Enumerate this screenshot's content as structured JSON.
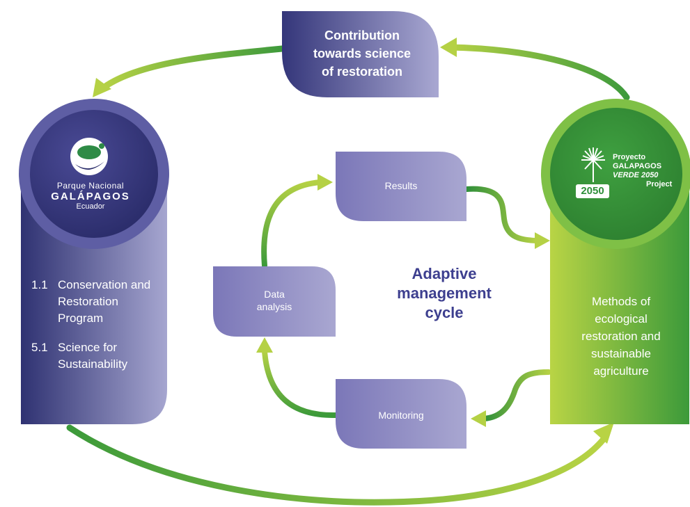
{
  "top_box": {
    "line1": "Contribution",
    "line2": "towards science",
    "line3": "of restoration"
  },
  "left_panel": {
    "logo": {
      "line1": "Parque Nacional",
      "line2": "GALÁPAGOS",
      "line3": "Ecuador",
      "icon": "tortoise-shark-icon"
    },
    "items": [
      {
        "num": "1.1",
        "text": "Conservation and Restoration Program"
      },
      {
        "num": "5.1",
        "text": "Science for Sustainability"
      }
    ]
  },
  "right_panel": {
    "logo": {
      "line1": "Proyecto",
      "line2": "GALAPAGOS",
      "line3": "VERDE 2050",
      "line4": "Project",
      "badge": "2050",
      "icon": "sunburst-icon"
    },
    "text_line1": "Methods of",
    "text_line2": "ecological",
    "text_line3": "restoration and",
    "text_line4": "sustainable",
    "text_line5": "agriculture"
  },
  "cycle": {
    "results": "Results",
    "data_analysis_line1": "Data",
    "data_analysis_line2": "analysis",
    "monitoring": "Monitoring",
    "center_line1": "Adaptive",
    "center_line2": "management",
    "center_line3": "cycle"
  },
  "colors": {
    "navy": "#33367a",
    "lavender": "#a9a8d2",
    "purple_box": "#8a86c2",
    "green_dark": "#3c9a3a",
    "green_light": "#b8d344",
    "title_blue": "#3d3f8f"
  }
}
